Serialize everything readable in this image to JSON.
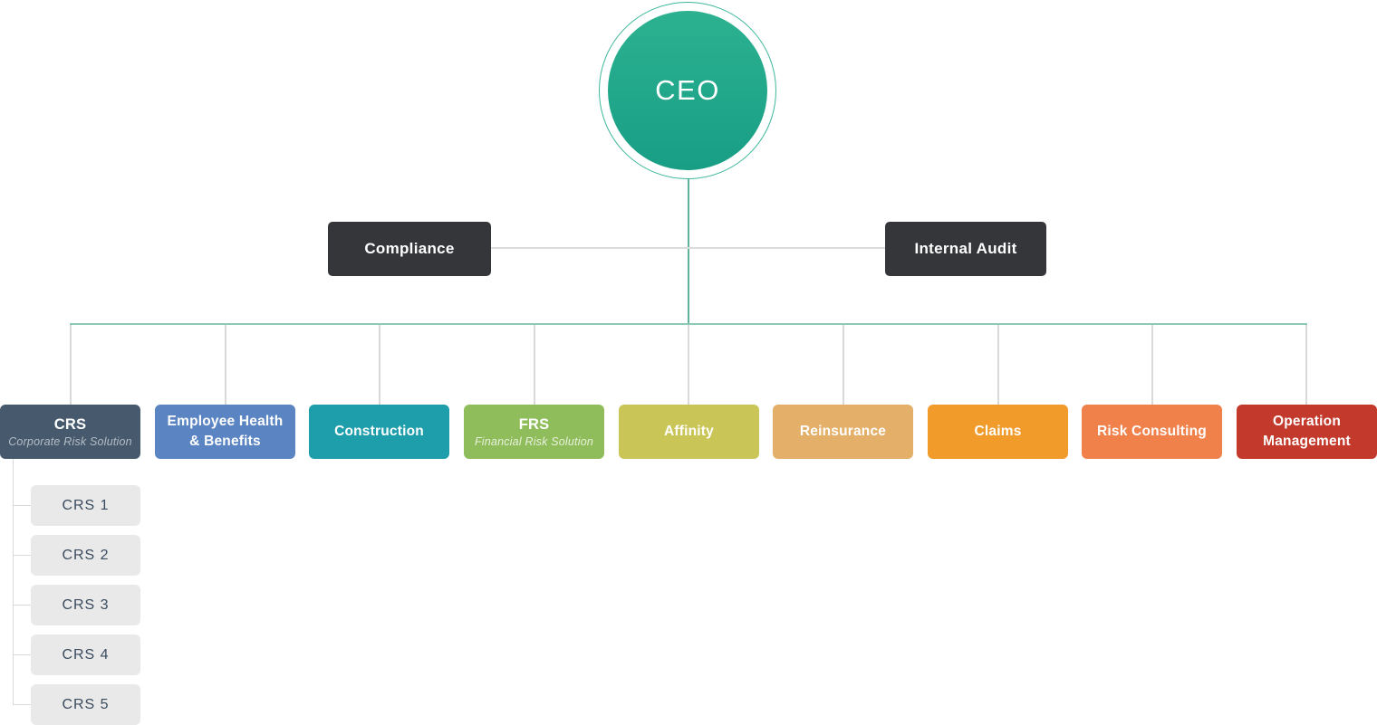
{
  "ceo": {
    "label": "CEO",
    "circle_color_top": "#2cb190",
    "circle_color_bottom": "#189e85",
    "ring_color": "#3cb79a"
  },
  "staff_nodes": [
    {
      "label": "Compliance",
      "color": "#343639"
    },
    {
      "label": "Internal Audit",
      "color": "#343639"
    }
  ],
  "departments": [
    {
      "label": "CRS",
      "subtitle": "Corporate Risk Solution",
      "color": "#47596c"
    },
    {
      "label": "Employee Health & Benefits",
      "color": "#5b84c2"
    },
    {
      "label": "Construction",
      "color": "#1e9daa"
    },
    {
      "label": "FRS",
      "subtitle": "Financial Risk Solution",
      "color": "#90bd5c"
    },
    {
      "label": "Affinity",
      "color": "#c9c557"
    },
    {
      "label": "Reinsurance",
      "color": "#e4b069"
    },
    {
      "label": "Claims",
      "color": "#f19b2a"
    },
    {
      "label": "Risk Consulting",
      "color": "#f0814b"
    },
    {
      "label": "Operation Management",
      "color": "#c33a2d"
    }
  ],
  "crs_children": [
    {
      "label": "CRS 1"
    },
    {
      "label": "CRS 2"
    },
    {
      "label": "CRS 3"
    },
    {
      "label": "CRS 4"
    },
    {
      "label": "CRS 5"
    }
  ],
  "connector_colors": {
    "ceo_drop": "#5fb39c",
    "tree_horizontal": "#8ecab3",
    "gray": "#d9d9d9",
    "staff_line": "#dcdcdc"
  },
  "crs_child_style": {
    "background": "#e9e9ea",
    "text_color": "#3a4b5e"
  }
}
